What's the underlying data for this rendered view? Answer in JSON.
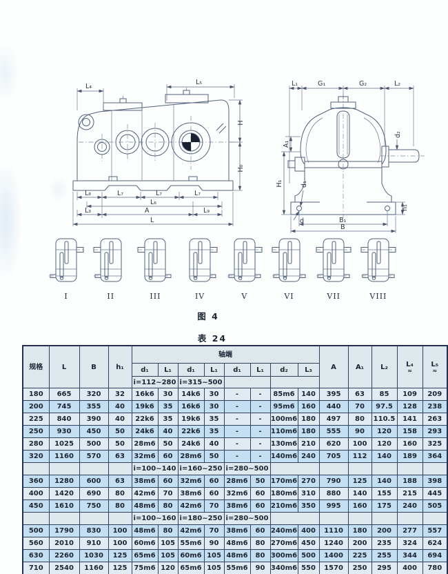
{
  "page": {
    "figure_caption": "图 4",
    "table_caption": "表 24"
  },
  "colors": {
    "row_light": "#e0ebf2",
    "row_blue": "#c3dff1",
    "header_bg": "#dde7ec",
    "grid_line": "#30405f"
  },
  "drawing": {
    "side_view": {
      "labels": {
        "l4": "L₄",
        "l5": "L₅",
        "h": "H",
        "h0": "H₀",
        "l8": "L₈",
        "l7": "L₇",
        "l6": "L₆",
        "l3": "L₃",
        "a": "A",
        "l9": "L₉",
        "l": "L"
      }
    },
    "end_view": {
      "labels": {
        "l1": "L₁",
        "g1": "G₁",
        "g2": "G₂",
        "l2": "L₂",
        "d2": "d₂",
        "a1": "A₁",
        "h1cap": "H₁",
        "d1": "d₁",
        "h1": "h₁",
        "d": "d",
        "b1": "B₁",
        "b": "B"
      }
    },
    "variants": [
      {
        "label": "I",
        "top": "right",
        "bottom": "left"
      },
      {
        "label": "II",
        "top": "left",
        "bottom": "left"
      },
      {
        "label": "III",
        "top": "left",
        "bottom": "right"
      },
      {
        "label": "IV",
        "top": "right",
        "bottom": "right"
      },
      {
        "label": "V",
        "top": "right",
        "bottom": "both"
      },
      {
        "label": "VI",
        "top": "left",
        "bottom": "both"
      },
      {
        "label": "VII",
        "top": "both",
        "bottom": "both"
      },
      {
        "label": "VIII",
        "top": "both",
        "bottom": "both"
      }
    ]
  },
  "table": {
    "col_headers": [
      "规格",
      "L",
      "B",
      "h₁"
    ],
    "group_header": "轴端",
    "shaft_headers": [
      "d₁",
      "L₁",
      "d₁",
      "L₁",
      "d₁",
      "L₁",
      "d₂",
      "L₃"
    ],
    "right_headers": [
      "A",
      "A₁",
      "L₂",
      "L₄",
      "L₅"
    ],
    "approx_symbol": "≈",
    "header_ratios": [
      "i=112~280",
      "i=315~500"
    ],
    "sections": [
      {
        "rows": [
          [
            "180",
            "665",
            "320",
            "32",
            "16k6",
            "30",
            "14k6",
            "30",
            "-",
            "-",
            "85m6",
            "140",
            "395",
            "63",
            "85",
            "109",
            "209"
          ],
          [
            "200",
            "745",
            "355",
            "40",
            "19k6",
            "35",
            "16k6",
            "30",
            "-",
            "-",
            "95m6",
            "160",
            "440",
            "70",
            "97.5",
            "128",
            "238"
          ],
          [
            "225",
            "840",
            "390",
            "40",
            "22k6",
            "35",
            "19k6",
            "35",
            "-",
            "-",
            "100m6",
            "180",
            "497",
            "80",
            "110.5",
            "141",
            "263"
          ],
          [
            "250",
            "930",
            "450",
            "50",
            "24k6",
            "40",
            "22k6",
            "35",
            "-",
            "-",
            "110m6",
            "180",
            "555",
            "90",
            "120",
            "158",
            "293"
          ],
          [
            "280",
            "1025",
            "500",
            "50",
            "28m6",
            "50",
            "24k6",
            "40",
            "-",
            "-",
            "130m6",
            "210",
            "620",
            "100",
            "120",
            "160",
            "325"
          ],
          [
            "320",
            "1160",
            "570",
            "63",
            "32m6",
            "60",
            "28m6",
            "50",
            "-",
            "-",
            "140m6",
            "240",
            "705",
            "112",
            "140",
            "189",
            "364"
          ]
        ]
      },
      {
        "ratios": [
          "i=100~140",
          "i=160~250",
          "i=280~500"
        ],
        "rows": [
          [
            "360",
            "1280",
            "600",
            "63",
            "38m6",
            "60",
            "32m6",
            "60",
            "28m6",
            "50",
            "170m6",
            "270",
            "790",
            "125",
            "140",
            "188",
            "398"
          ],
          [
            "400",
            "1420",
            "690",
            "80",
            "42m6",
            "70",
            "38m6",
            "60",
            "32m6",
            "60",
            "180m6",
            "310",
            "880",
            "140",
            "155",
            "215",
            "445"
          ],
          [
            "450",
            "1610",
            "750",
            "80",
            "48m6",
            "80",
            "42m6",
            "70",
            "38m6",
            "60",
            "210m6",
            "350",
            "995",
            "160",
            "175",
            "240",
            "505"
          ]
        ]
      },
      {
        "ratios": [
          "i=100~160",
          "i=180~250",
          "i=280~500"
        ],
        "rows": [
          [
            "500",
            "1790",
            "830",
            "100",
            "48m6",
            "80",
            "42m6",
            "70",
            "38m6",
            "60",
            "240m6",
            "400",
            "1110",
            "180",
            "200",
            "277",
            "557"
          ],
          [
            "560",
            "2010",
            "910",
            "100",
            "60m6",
            "105",
            "55m6",
            "90",
            "48m6",
            "80",
            "270m6",
            "450",
            "1240",
            "200",
            "235",
            "324",
            "624"
          ],
          [
            "630",
            "2260",
            "1030",
            "125",
            "65m6",
            "105",
            "60m6",
            "105",
            "48m6",
            "80",
            "300m6",
            "500",
            "1400",
            "225",
            "255",
            "344",
            "694"
          ],
          [
            "710",
            "2540",
            "1160",
            "125",
            "75m6",
            "120",
            "65m6",
            "105",
            "55m6",
            "90",
            "340m6",
            "550",
            "1570",
            "250",
            "295",
            "400",
            "780"
          ]
        ]
      }
    ]
  }
}
